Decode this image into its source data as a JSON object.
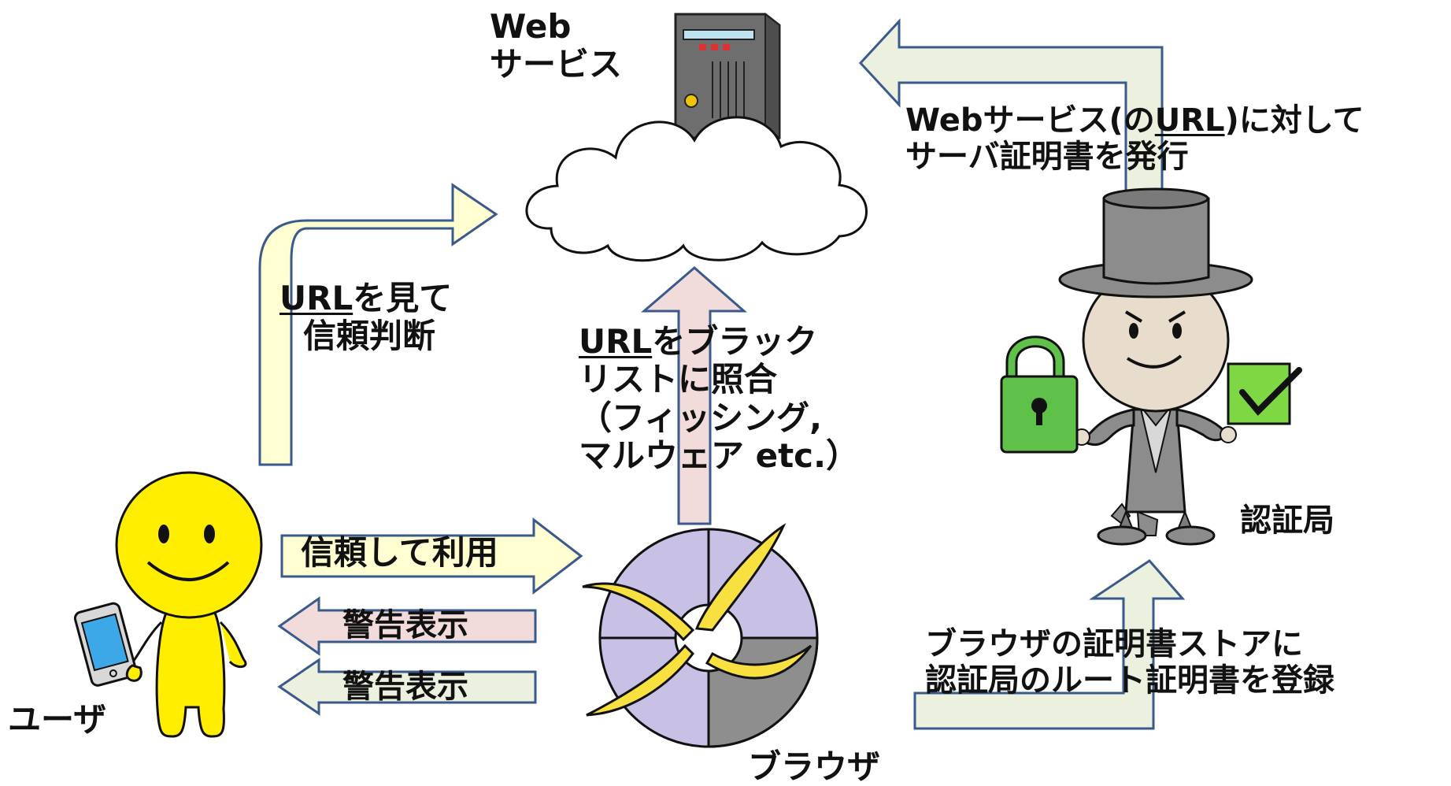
{
  "colors": {
    "arrow_yellow": "#FFFFD2",
    "arrow_pink": "#F2DCDB",
    "arrow_green": "#EBF1DE",
    "arrow_stroke": "#3A5A8C",
    "smiley": "#FFEE00",
    "browser_purple": "#C9C0E6",
    "browser_gray": "#8E8E8E",
    "lock_green": "#5FC04A",
    "check_green": "#7DD843",
    "server_gray": "#6E6E6E"
  },
  "nodes": {
    "web_service": {
      "line1": "Web",
      "line2": "サービス",
      "icons": [
        "server-icon",
        "cloud-icon"
      ]
    },
    "user": {
      "label": "ユーザ",
      "icons": [
        "smiley-person-icon",
        "smartphone-icon"
      ]
    },
    "browser": {
      "label": "ブラウザ",
      "icon": "browser-logo-icon"
    },
    "ca": {
      "label": "認証局",
      "icons": [
        "top-hat-man-icon",
        "padlock-icon",
        "checkmark-card-icon"
      ]
    }
  },
  "arrows": {
    "trust_judgement": {
      "line1_u": "URL",
      "line1_rest": "を見て",
      "line2": "信頼判断"
    },
    "blacklist": {
      "line1_u": "URL",
      "line1_rest": "をブラック",
      "line2": "リストに照合",
      "line3": "（フィッシング,",
      "line4": "マルウェア etc.）"
    },
    "trust_use": {
      "label": "信頼して利用"
    },
    "warning_pink": {
      "label": "警告表示"
    },
    "warning_green": {
      "label": "警告表示"
    },
    "issue_cert": {
      "line1_pre": "Webサービス(の",
      "line1_u": "URL",
      "line1_post": ")に対して",
      "line2": "サーバ証明書を発行"
    },
    "register_root": {
      "line1": "ブラウザの証明書ストアに",
      "line2": "認証局のルート証明書を登録"
    }
  }
}
